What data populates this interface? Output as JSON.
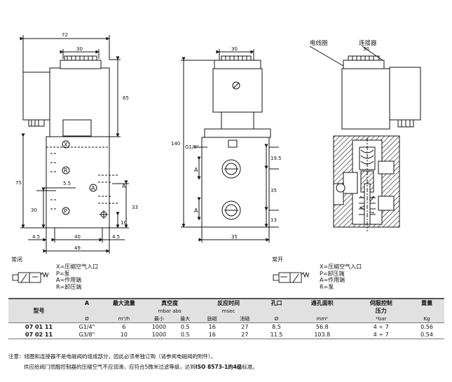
{
  "drawing": {
    "left_dims": {
      "width_total": "72",
      "coil_width": "30",
      "coil_height": "65",
      "height_75": "75",
      "port_5_5": "5.5",
      "port_30": "30",
      "dim_33": "33",
      "dim_10": "10",
      "base_left": "4.5",
      "base_mid": "40",
      "base_right": "4.5",
      "base_total": "49"
    },
    "left_ports": {
      "x": "X",
      "r": "R",
      "p": "P",
      "a": "A"
    },
    "middle_dims": {
      "top": "30",
      "total_height": "140",
      "thread": "G1/8\"",
      "dim_19_5": "19.5",
      "dim_35": "35",
      "dim_13": "13",
      "bottom": "35",
      "port_a": "A"
    },
    "right_dims": {
      "top": "30",
      "coil_label": "电线圈",
      "connector_label": "连接器"
    }
  },
  "schematics": [
    {
      "title": "常闭",
      "lines": [
        "X=压缩空气入口",
        "P=泵",
        "A=作用端",
        "R=卸压端"
      ]
    },
    {
      "title": "常开",
      "lines": [
        "X=压缩空气入口",
        "P=卸压端",
        "A=作用端",
        "R=泵"
      ]
    }
  ],
  "table": {
    "headers": {
      "model": "型号",
      "a": "A",
      "max_flow": "最大流量",
      "vacuum": "真空度",
      "response": "反应时间",
      "orifice": "孔口",
      "filter_area": "通孔面积",
      "servo_line1": "伺服控制",
      "servo_line2": "压力",
      "weight": "重量"
    },
    "subheaders": {
      "a": "Ø",
      "max_flow": "m³/h",
      "vacuum_unit": "mbar abs",
      "vacuum_min": "最小",
      "vacuum_max": "最大",
      "response_unit": "msec",
      "response_on": "励磁",
      "response_off": "消磁",
      "orifice": "Ø",
      "filter_area": "mm²",
      "servo": "*bar",
      "weight": "Kg"
    },
    "rows": [
      [
        "07 01 11",
        "G1/4\"",
        "6",
        "1000",
        "0.5",
        "16",
        "27",
        "8.5",
        "56.8",
        "4 ÷ 7",
        "0.56"
      ],
      [
        "07 02 11",
        "G3/8\"",
        "10",
        "1000",
        "0.5",
        "16",
        "27",
        "11.5",
        "103.8",
        "4 ÷ 7",
        "0.54"
      ]
    ]
  },
  "notes": {
    "line1": "注意：线圈和连接器不是电磁阀的组成部分，因此必须单独订购（请参阅电磁阀的附件）。",
    "line2_pre": "供应给阀门伺服控制器的压缩空气不应润滑，应符合5微米过滤等级，达到",
    "line2_bold": "ISO 8573-1的4级",
    "line2_post": "标准。"
  }
}
